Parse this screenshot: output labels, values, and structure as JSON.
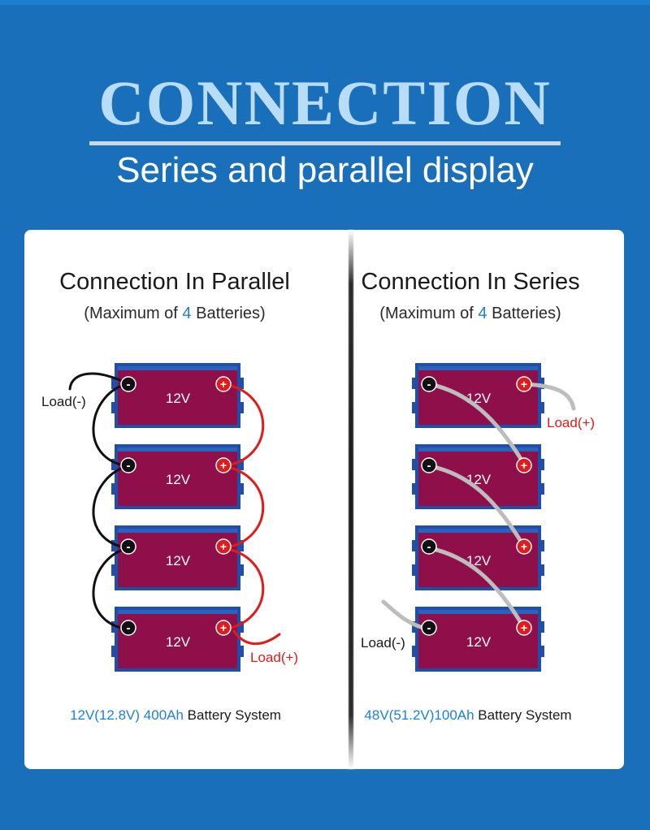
{
  "header": {
    "title": "CONNECTION",
    "subtitle": "Series and parallel display"
  },
  "parallel": {
    "title": "Connection In Parallel",
    "max_prefix": "(Maximum of ",
    "max_count": "4",
    "max_suffix": " Batteries)",
    "batteries": [
      "12V",
      "12V",
      "12V",
      "12V"
    ],
    "load_neg": "Load(-)",
    "load_pos": "Load(+)",
    "spec": "12V(12.8V) 400Ah",
    "spec_suffix": " Battery System"
  },
  "series": {
    "title": "Connection In Series",
    "max_prefix": "(Maximum of ",
    "max_count": "4",
    "max_suffix": " Batteries)",
    "batteries": [
      "12V",
      "12V",
      "12V",
      "12V"
    ],
    "load_neg": "Load(-)",
    "load_pos": "Load(+)",
    "spec": "48V(51.2V)100Ah",
    "spec_suffix": " Battery System"
  },
  "terminals": {
    "negative": "-",
    "positive": "+"
  },
  "colors": {
    "background": "#1a6fba",
    "battery_body": "#8e0f4a",
    "battery_frame": "#1f4fa8",
    "wire_negative": "#111111",
    "wire_positive": "#e01b1b",
    "wire_series": "#bfbfbf",
    "accent": "#1e7fd6"
  }
}
